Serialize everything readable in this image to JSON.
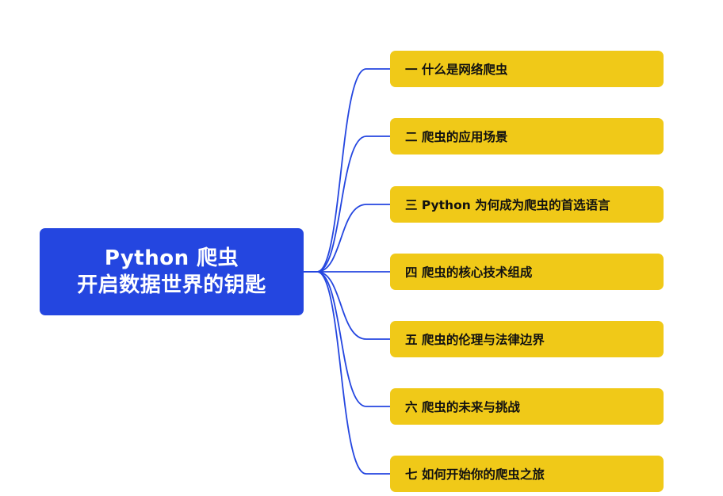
{
  "colors": {
    "root_fill": "#2446e0",
    "branch_fill": "#f0c918",
    "connector": "#2446e0",
    "root_text": "#ffffff",
    "branch_text": "#111111"
  },
  "root": {
    "line1": "Python 爬虫",
    "line2": "开启数据世界的钥匙"
  },
  "branches": [
    {
      "label": "一 什么是网络爬虫"
    },
    {
      "label": "二 爬虫的应用场景"
    },
    {
      "label": "三 Python 为何成为爬虫的首选语言"
    },
    {
      "label": "四 爬虫的核心技术组成"
    },
    {
      "label": "五 爬虫的伦理与法律边界"
    },
    {
      "label": "六 爬虫的未来与挑战"
    },
    {
      "label": "七 如何开始你的爬虫之旅"
    }
  ]
}
